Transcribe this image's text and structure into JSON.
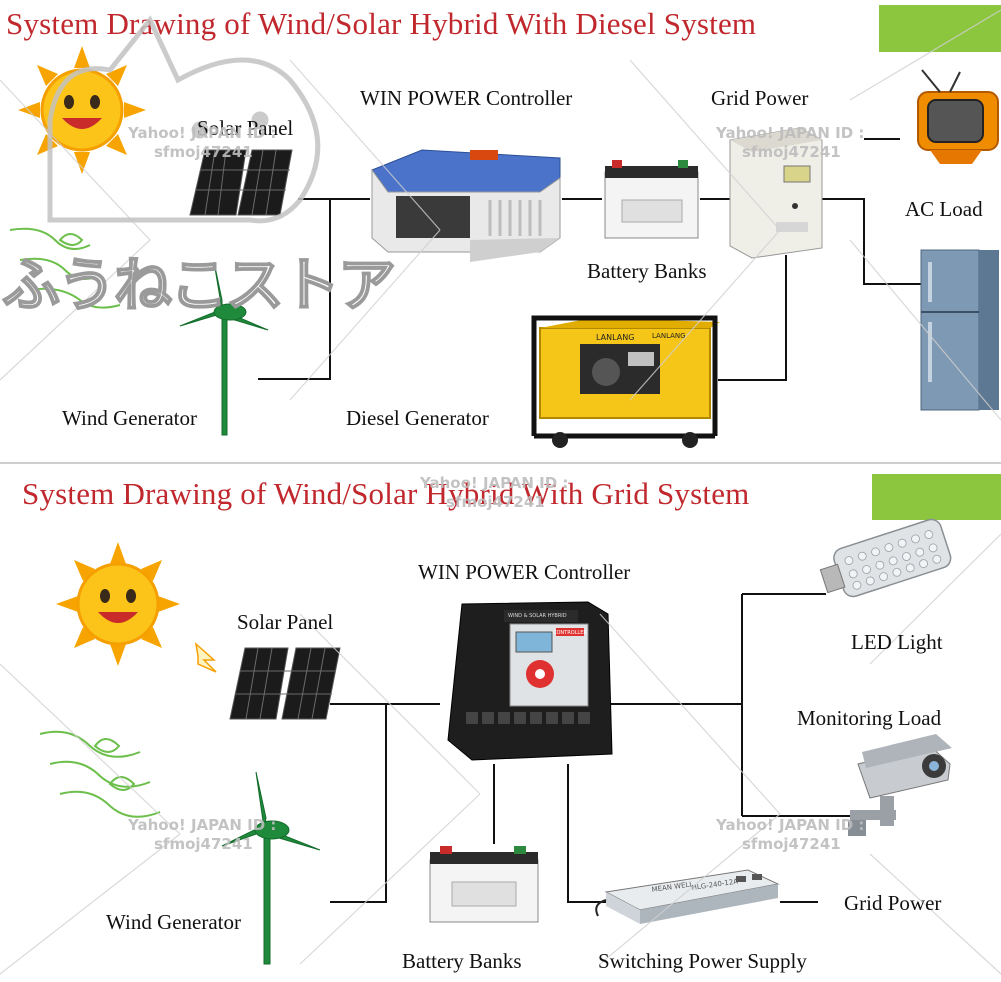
{
  "panel1": {
    "title": "System Drawing of Wind/Solar Hybrid With Diesel System",
    "labels": {
      "solar_panel": "Solar Panel",
      "controller": "WIN POWER Controller",
      "grid_power": "Grid Power",
      "ac_load": "AC Load",
      "battery_banks": "Battery Banks",
      "wind_generator": "Wind Generator",
      "diesel_generator": "Diesel Generator"
    },
    "device_text": {
      "generator_brand": "LANLANG",
      "generator_plate": "LANLANG"
    }
  },
  "panel2": {
    "title": "System Drawing of Wind/Solar Hybrid With Grid System",
    "labels": {
      "controller": "WIN POWER Controller",
      "solar_panel": "Solar Panel",
      "led_light": "LED Light",
      "monitoring_load": "Monitoring Load",
      "wind_generator": "Wind Generator",
      "grid_power": "Grid Power",
      "battery_banks": "Battery Banks",
      "switching_power_supply": "Switching Power Supply"
    },
    "device_text": {
      "controller_header": "WIND & SOLAR HYBRID",
      "controller_badge": "CONTROLLER",
      "psu_brand": "MEAN WELL",
      "psu_model": "HLG-240-12A"
    }
  },
  "watermarks": {
    "line1": "Yahoo! JAPAN ID :",
    "line2": "sfmoj47241",
    "store_name": "ふうねこストア"
  },
  "colors": {
    "title": "#c0282d",
    "accent_bar": "#8cc63f",
    "wire": "#111111"
  },
  "icons": [
    "sun-icon",
    "wind-gust-icon",
    "solar-panel-icon",
    "wind-turbine-icon",
    "controller-icon",
    "battery-icon",
    "grid-power-icon",
    "tv-icon",
    "refrigerator-icon",
    "diesel-generator-icon",
    "led-light-icon",
    "security-camera-icon",
    "switching-power-supply-icon",
    "cat-logo-icon"
  ]
}
